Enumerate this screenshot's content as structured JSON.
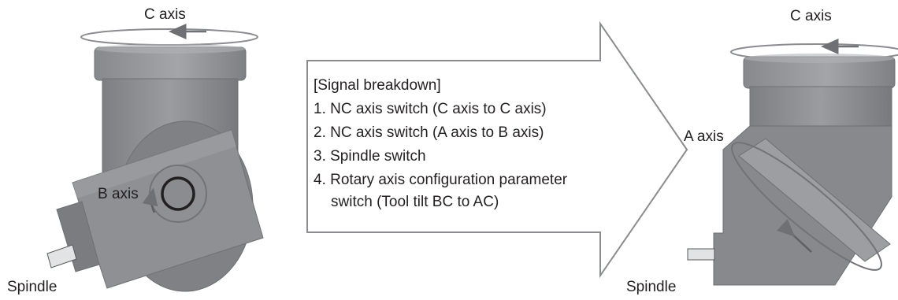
{
  "left_head": {
    "c_axis_label": "C axis",
    "b_axis_label": "B axis",
    "spindle_label": "Spindle"
  },
  "breakdown": {
    "title": "[Signal breakdown]",
    "items": [
      "1. NC axis switch (C axis to C axis)",
      "2. NC axis switch (A axis to B axis)",
      "3. Spindle switch",
      "4. Rotary axis configuration parameter",
      "switch (Tool tilt BC to AC)"
    ]
  },
  "right_head": {
    "c_axis_label": "C axis",
    "a_axis_label": "A axis",
    "spindle_label": "Spindle"
  },
  "colors": {
    "head_body": "#8a8c8f",
    "head_dark": "#6e7073",
    "head_light": "#a4a6a9",
    "outline": "#58595b",
    "arrow_fill": "#ffffff",
    "arrow_stroke": "#8a8c8f",
    "text": "#231f20"
  }
}
